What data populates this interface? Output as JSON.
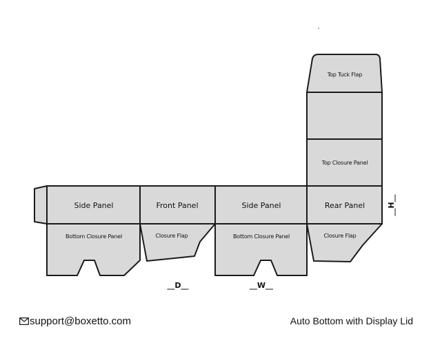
{
  "panels": {
    "side_panel_left": "Side Panel",
    "front_panel": "Front Panel",
    "side_panel_right": "Side Panel",
    "rear_panel": "Rear Panel",
    "bottom_closure_left": "Bottom Closure Panel",
    "closure_flap_front": "Closure Flap",
    "bottom_closure_right": "Bottom Closure Panel",
    "closure_flap_rear": "Closure Flap",
    "top_closure_panel": "Top Closure Panel",
    "top_tuck_flap": "Top Tuck Flap"
  },
  "dimensions": {
    "depth": "__D__",
    "width": "__W__",
    "height": "__H__"
  },
  "footer": {
    "email": "support@boxetto.com",
    "style_name": "Auto Bottom with Display Lid"
  },
  "colors": {
    "panel_fill": "#d9d9d9",
    "outline": "#1a1a1a"
  }
}
